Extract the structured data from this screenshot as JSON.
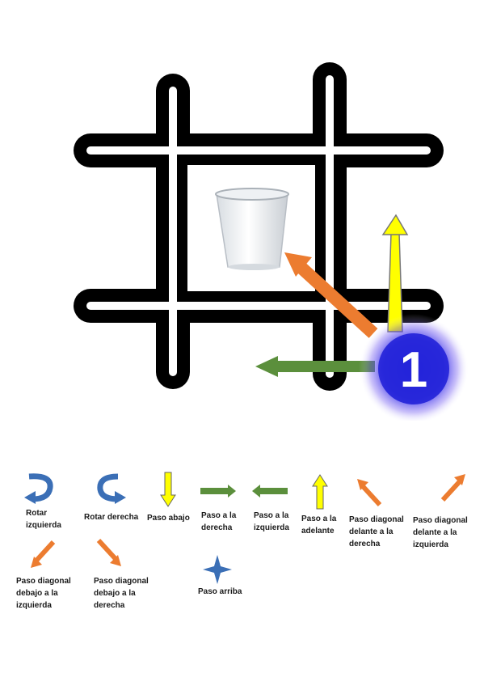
{
  "board": {
    "badge_number": "1",
    "colors": {
      "grid": "#000000",
      "orange": "#ec7c30",
      "green": "#5b8f3c",
      "yellow": "#ffff00",
      "blue": "#3b6fb6",
      "badge": "#1f35c9"
    },
    "cup_icon": "plastic-cup-icon"
  },
  "legend": {
    "rotar_izquierda": "Rotar\nizquierda",
    "rotar_derecha": "Rotar derecha",
    "paso_abajo": "Paso abajo",
    "paso_derecha": "Paso a la\nderecha",
    "paso_izquierda": "Paso a la\nizquierda",
    "paso_adelante": "Paso a la\nadelante",
    "diag_delante_derecha": "Paso diagonal\ndelante a la\nderecha",
    "diag_delante_izquierda": "Paso diagonal\ndelante a la\nizquierda",
    "diag_debajo_izquierda": "Paso diagonal\ndebajo a la\nizquierda",
    "diag_debajo_derecha": "Paso diagonal\ndebajo a la\nderecha",
    "paso_arriba": "Paso arriba"
  }
}
